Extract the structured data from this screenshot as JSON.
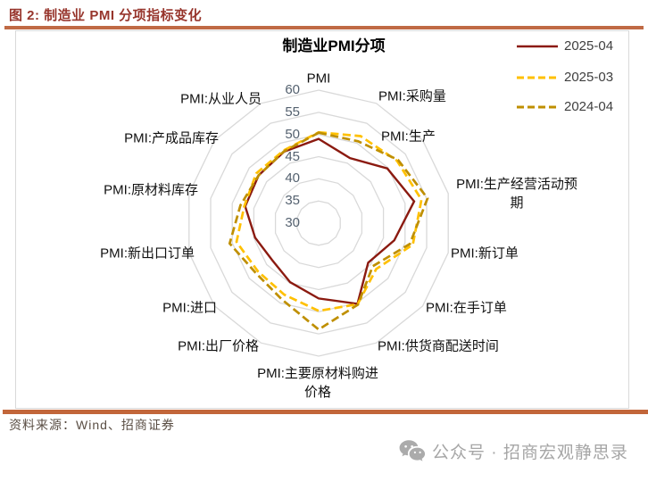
{
  "header": {
    "title": "图 2: 制造业 PMI 分项指标变化"
  },
  "chart_data": {
    "type": "radar",
    "title": "制造业PMI分项",
    "categories": [
      "PMI",
      "PMI:采购量",
      "PMI:生产",
      "PMI:生产经营活动预期",
      "PMI:新订单",
      "PMI:在手订单",
      "PMI:供货商配送时间",
      "PMI:主要原材料购进价格",
      "PMI:出厂价格",
      "PMI:进口",
      "PMI:新出口订单",
      "PMI:原材料库存",
      "PMI:产成品库存",
      "PMI:从业人员"
    ],
    "series": [
      {
        "name": "2025-04",
        "color": "#8B1A10",
        "dash": "solid",
        "values": [
          49.0,
          46.3,
          49.8,
          52.1,
          47.5,
          44.3,
          50.2,
          47.0,
          44.8,
          43.4,
          44.7,
          47.0,
          47.3,
          47.9
        ]
      },
      {
        "name": "2025-03",
        "color": "#FFC000",
        "dash": "dashed",
        "values": [
          50.5,
          51.8,
          52.6,
          53.8,
          51.8,
          46.6,
          50.3,
          49.8,
          47.9,
          47.5,
          49.0,
          47.2,
          48.0,
          48.2
        ]
      },
      {
        "name": "2024-04",
        "color": "#BF8F00",
        "dash": "dashed",
        "values": [
          50.4,
          50.5,
          52.9,
          55.2,
          51.1,
          45.6,
          50.4,
          54.0,
          49.1,
          48.1,
          50.6,
          48.1,
          47.3,
          48.0
        ]
      }
    ],
    "axis": {
      "min": 30,
      "max": 60,
      "step": 5,
      "tick_labels": [
        "30",
        "35",
        "40",
        "45",
        "50",
        "55",
        "60"
      ]
    },
    "grid": true,
    "legend_position": "top-right"
  },
  "colors": {
    "header_text": "#97352C",
    "rule_top": "#C06A45",
    "rule_bottom": "#C2663A",
    "grid": "#D9D9D9",
    "tick_text": "#54616F",
    "watermark": "#A6A6A6"
  },
  "footer": {
    "source": "资料来源：Wind、招商证券"
  },
  "watermark": {
    "icon": "wechat-icon",
    "text": "公众号 · 招商宏观静思录"
  }
}
